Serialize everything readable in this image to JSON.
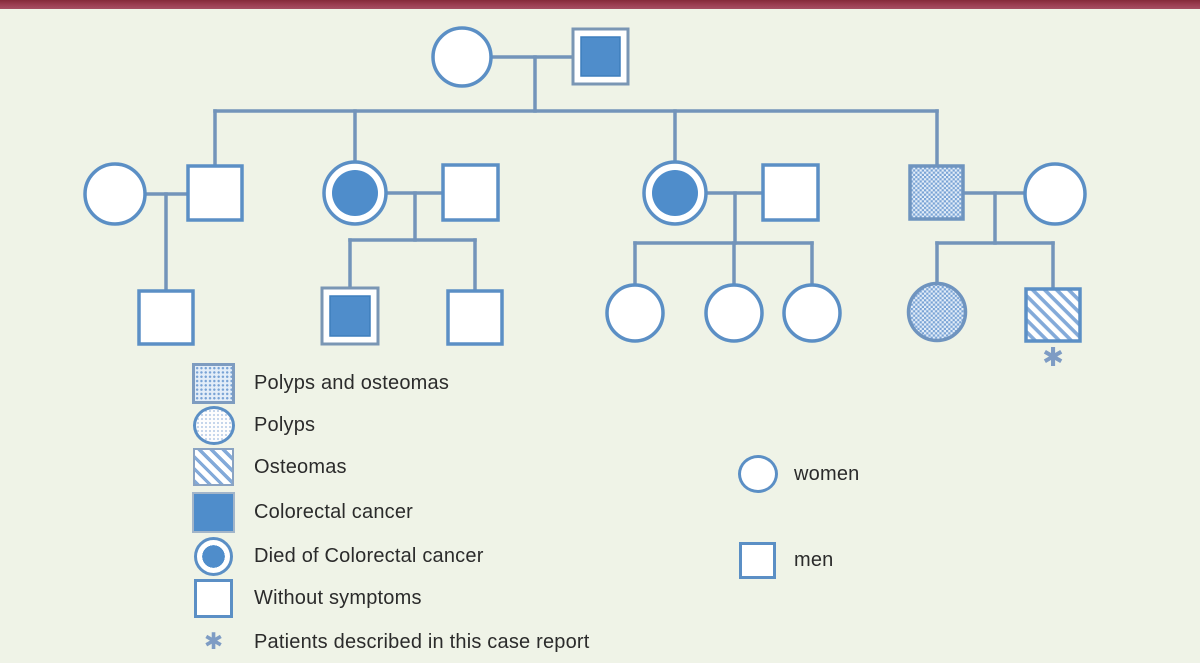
{
  "figure": {
    "type": "family pedigree diagram",
    "background": "#eff3e7",
    "topbar_color": "#9c3e52"
  },
  "colors": {
    "blue_fill": "#4f8dcb",
    "shape_stroke": "#5b8fc5",
    "line_stroke": "#7394ba",
    "pattern_blue": "#79a3d5",
    "text": "#2b2b2b"
  },
  "pedigree": {
    "members": [
      {
        "id": "I-1",
        "sex": "female",
        "status": "without-symptoms"
      },
      {
        "id": "I-2",
        "sex": "male",
        "status": "colorectal-cancer"
      },
      {
        "id": "II-1",
        "sex": "female",
        "status": "without-symptoms"
      },
      {
        "id": "II-2",
        "sex": "male",
        "status": "without-symptoms"
      },
      {
        "id": "II-3",
        "sex": "female",
        "status": "died-of-colorectal-cancer"
      },
      {
        "id": "II-4",
        "sex": "male",
        "status": "without-symptoms"
      },
      {
        "id": "II-5",
        "sex": "female",
        "status": "died-of-colorectal-cancer"
      },
      {
        "id": "II-6",
        "sex": "male",
        "status": "without-symptoms"
      },
      {
        "id": "II-7",
        "sex": "male",
        "status": "polyps-and-osteomas"
      },
      {
        "id": "II-8",
        "sex": "female",
        "status": "without-symptoms"
      },
      {
        "id": "III-1",
        "sex": "male",
        "status": "without-symptoms"
      },
      {
        "id": "III-2",
        "sex": "male",
        "status": "colorectal-cancer"
      },
      {
        "id": "III-3",
        "sex": "male",
        "status": "without-symptoms"
      },
      {
        "id": "III-4",
        "sex": "female",
        "status": "without-symptoms"
      },
      {
        "id": "III-5",
        "sex": "female",
        "status": "without-symptoms"
      },
      {
        "id": "III-6",
        "sex": "female",
        "status": "without-symptoms"
      },
      {
        "id": "III-7",
        "sex": "female",
        "status": "polyps"
      },
      {
        "id": "III-8",
        "sex": "male",
        "status": "osteomas",
        "case_report_patient": true
      }
    ]
  },
  "legend": {
    "asterisk": "✱",
    "items": [
      {
        "key": "polyps-and-osteomas",
        "label": "Polyps and osteomas",
        "swatch": "square-dotted"
      },
      {
        "key": "polyps",
        "label": "Polyps",
        "swatch": "circle-dotted"
      },
      {
        "key": "osteomas",
        "label": "Osteomas",
        "swatch": "square-hatched"
      },
      {
        "key": "colorectal-cancer",
        "label": "Colorectal cancer",
        "swatch": "square-filled"
      },
      {
        "key": "died-colorectal",
        "label": "Died of Colorectal cancer",
        "swatch": "circle-ring-filled"
      },
      {
        "key": "without-symptoms",
        "label": "Without symptoms",
        "swatch": "square-empty"
      },
      {
        "key": "case-report",
        "label": "Patients described in this case report",
        "swatch": "asterisk"
      }
    ]
  },
  "sex_legend": {
    "women": "women",
    "men": "men"
  }
}
